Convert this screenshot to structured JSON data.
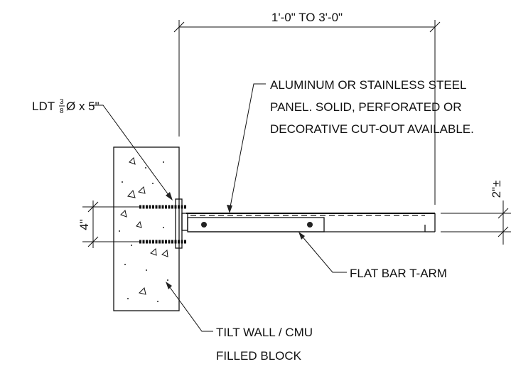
{
  "labels": {
    "span_dimension": "1'-0\" TO 3'-0\"",
    "panel_line1": "ALUMINUM OR STAINLESS STEEL",
    "panel_line2": "PANEL.  SOLID, PERFORATED OR",
    "panel_line3": "DECORATIVE CUT-OUT AVAILABLE.",
    "anchor_prefix": "LDT ",
    "anchor_frac_num": "3",
    "anchor_frac_den": "8",
    "anchor_suffix": "Ø x 5\"",
    "bolt_spacing": "4\"",
    "panel_thickness": "2\"±",
    "tarm": "FLAT BAR T-ARM",
    "wall_line1": "TILT WALL / CMU",
    "wall_line2": "FILLED BLOCK"
  }
}
